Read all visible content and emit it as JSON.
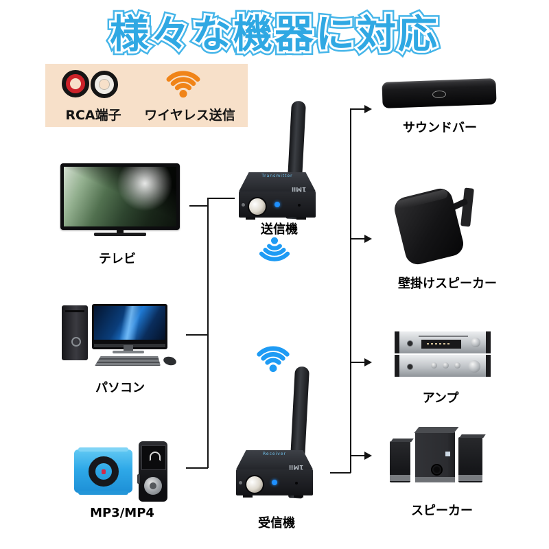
{
  "title": "様々な機器に対応",
  "legend": {
    "rca": {
      "label": "RCA端子"
    },
    "wireless": {
      "label": "ワイヤレス送信"
    }
  },
  "devices": {
    "sources": [
      {
        "name": "tv",
        "label": "テレビ"
      },
      {
        "name": "pc",
        "label": "パソコン"
      },
      {
        "name": "mp3-mp4",
        "label": "MP3/MP4"
      }
    ],
    "center": {
      "transmitter": {
        "label": "送信機",
        "device_text": "Transmitter",
        "brand": "1Mii"
      },
      "receiver": {
        "label": "受信機",
        "device_text": "Receiver",
        "brand": "1Mii"
      }
    },
    "outputs": [
      {
        "name": "soundbar",
        "label": "サウンドバー"
      },
      {
        "name": "wall-speaker",
        "label": "壁掛けスピーカー"
      },
      {
        "name": "amplifier",
        "label": "アンプ"
      },
      {
        "name": "speakers",
        "label": "スピーカー"
      }
    ]
  },
  "colors": {
    "title_blue": "#2FA8E3",
    "legend_bg": "#F7E0C9",
    "rca_red": "#CC2229",
    "wifi_orange": "#F08418",
    "wifi_blue": "#1E9BF4",
    "line_black": "#141414"
  }
}
